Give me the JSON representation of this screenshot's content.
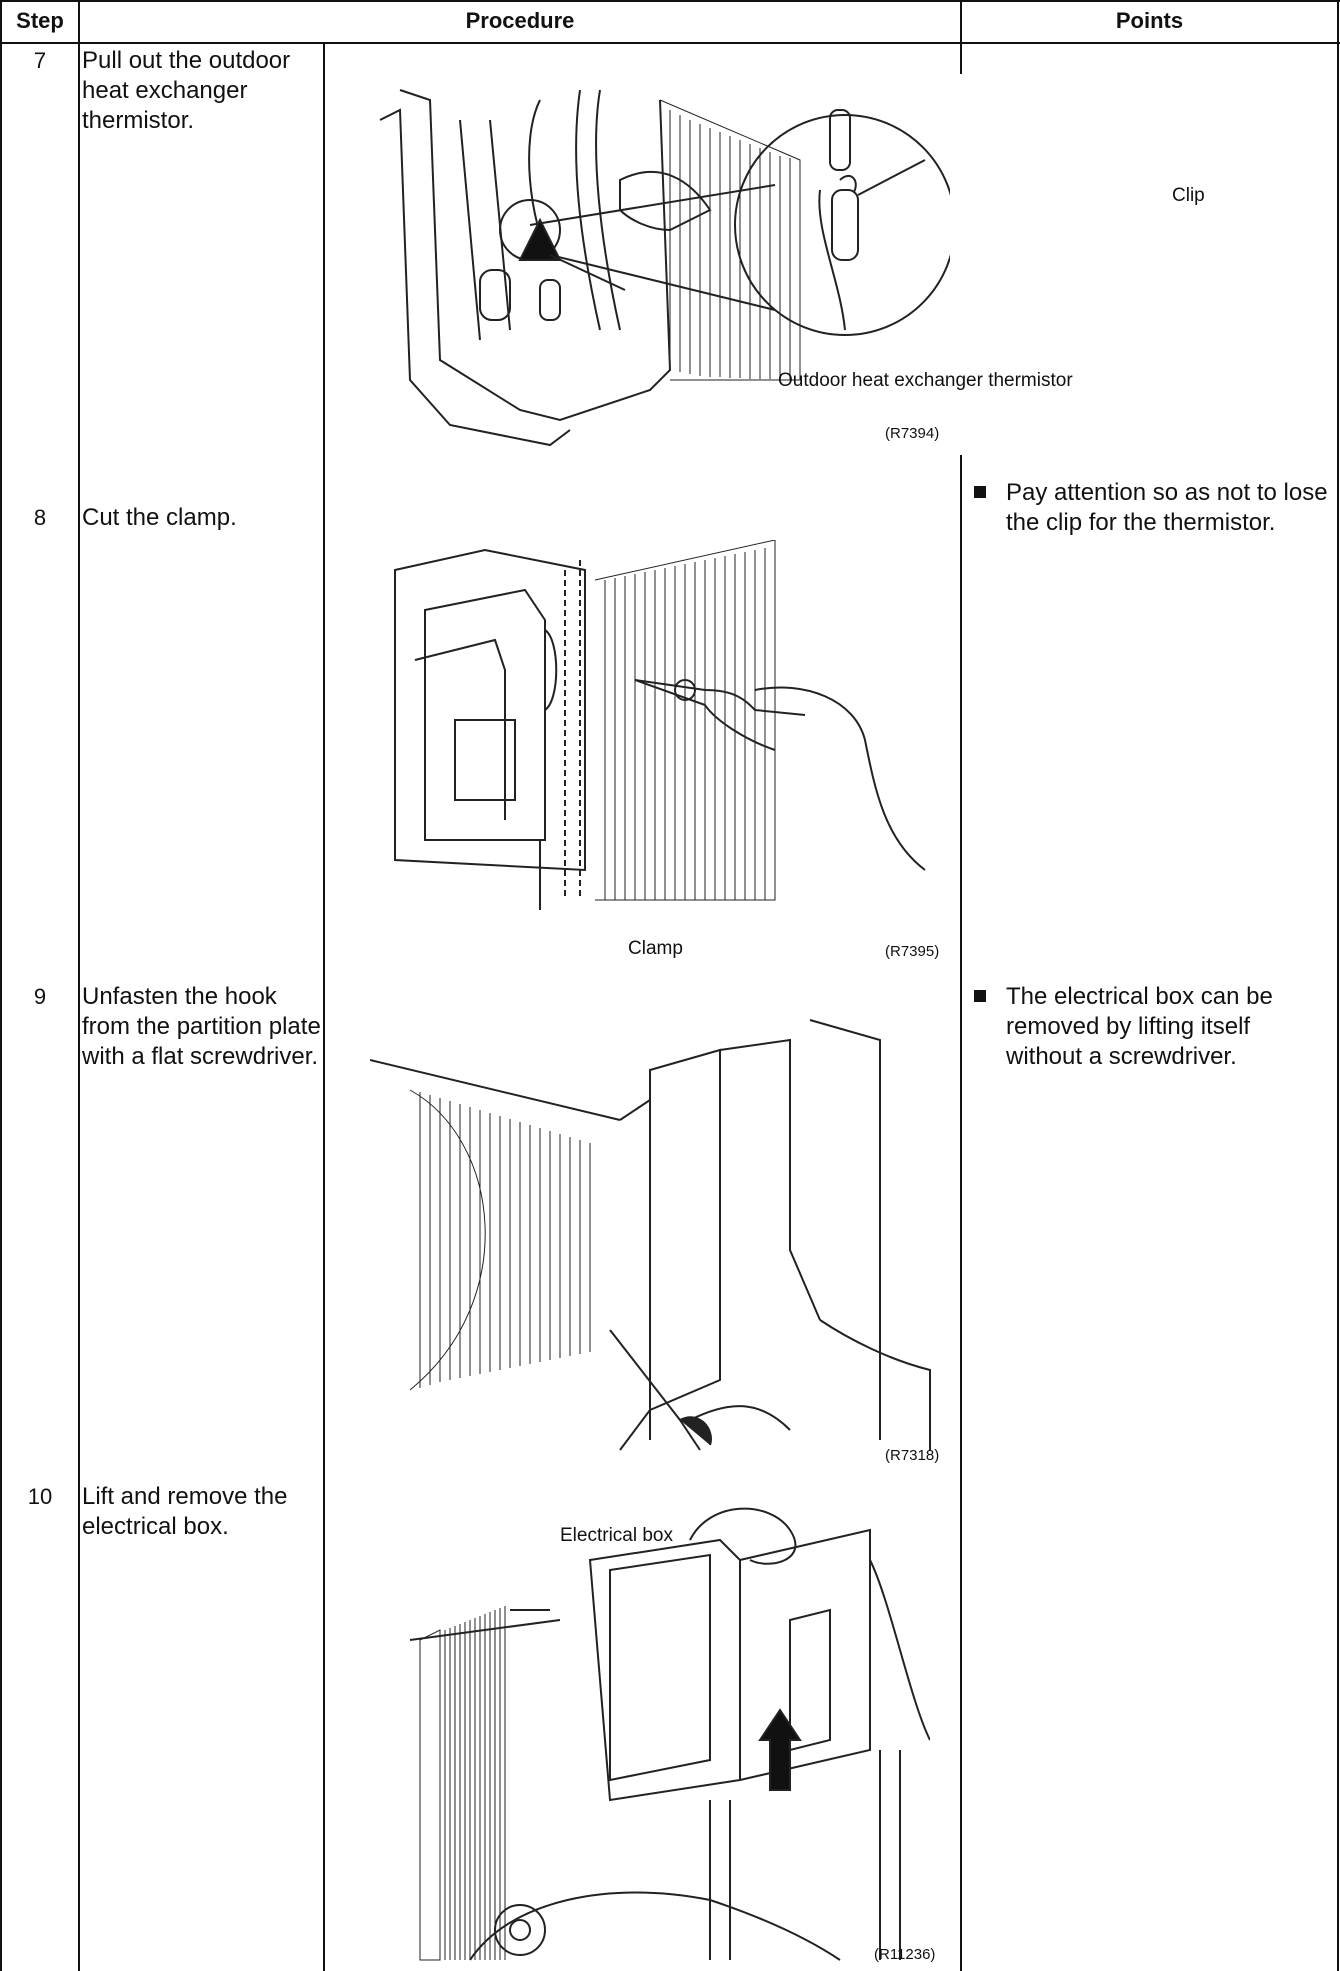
{
  "header": {
    "step": "Step",
    "procedure": "Procedure",
    "points": "Points"
  },
  "rows": [
    {
      "step": "7",
      "procedure": "Pull out the outdoor heat exchanger thermistor.",
      "figure_labels": [
        "Clip",
        "Outdoor heat exchanger thermistor"
      ],
      "figure_code": "(R7394)"
    },
    {
      "step": "8",
      "procedure": "Cut the clamp.",
      "point": "Pay attention so as not to lose the clip for the thermistor.",
      "figure_labels": [
        "Clamp"
      ],
      "figure_code": "(R7395)"
    },
    {
      "step": "9",
      "procedure": "Unfasten the hook from the partition plate with a flat screwdriver.",
      "point": "The electrical box can be removed by lifting itself without a screwdriver.",
      "figure_code": "(R7318)"
    },
    {
      "step": "10",
      "procedure": "Lift and remove the electrical box.",
      "figure_labels": [
        "Electrical box"
      ],
      "figure_code": "(R11236)"
    }
  ]
}
